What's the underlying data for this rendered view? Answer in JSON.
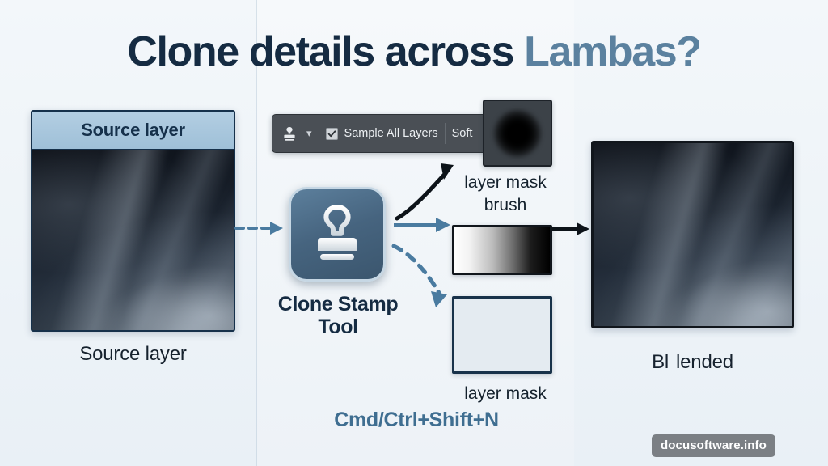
{
  "title": {
    "main": "Clone details across",
    "accent": "Lambas?"
  },
  "left_panel": {
    "card_header": "Source layer",
    "caption": "Source layer"
  },
  "toolbar": {
    "tool_icon": "clone-stamp-icon",
    "dropdown_icon": "chevron-down-icon",
    "checkbox_icon": "checkbox-checked-icon",
    "checkbox_label": "Sample All Layers",
    "truncated_label": "Soft"
  },
  "middle_panel": {
    "tool_label_line1": "Clone Stamp",
    "tool_label_line2": "Tool",
    "brush_label_line1": "layer mask",
    "brush_label_line2": "brush",
    "mask_label": "layer mask",
    "shortcut": "Cmd/Ctrl+Shift+N",
    "brush_preview_name": "soft-round-brush-preview",
    "gradient_swatch_name": "white-to-black-gradient",
    "mask_swatch_name": "empty-layer-mask"
  },
  "right_panel": {
    "caption_a": "Bl",
    "caption_b": "lended"
  },
  "watermark": {
    "text": "docusoftware.info"
  },
  "colors": {
    "title_main": "#152b42",
    "title_accent": "#5b819f",
    "header_bar": "#a9c8de",
    "accent_blue": "#4a7ba0",
    "toolbar_bg": "#4a4f55",
    "watermark_bg": "#7b7f84"
  }
}
